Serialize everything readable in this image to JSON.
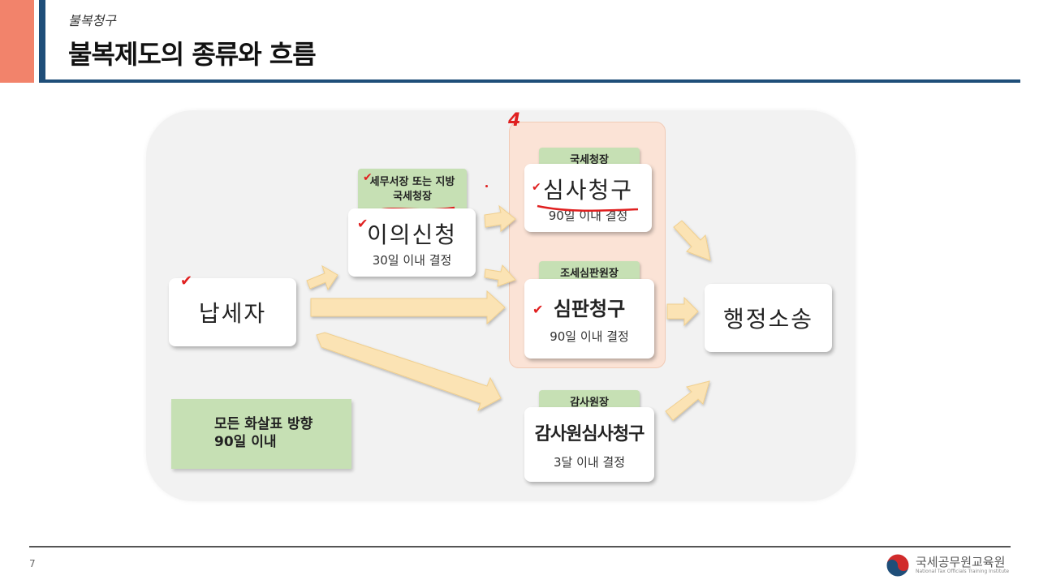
{
  "header": {
    "subtitle": "불복청구",
    "title": "불복제도의 종류와 흐름"
  },
  "annotation_number": "4",
  "boxes": {
    "taxpayer": {
      "label": "납세자"
    },
    "objection": {
      "authority": "세무서장 또는 지방국세청장",
      "label": "이의신청",
      "deadline": "30일 이내 결정"
    },
    "review": {
      "authority": "국세청장",
      "label": "심사청구",
      "deadline": "90일 이내 결정"
    },
    "tribunal": {
      "authority": "조세심판원장",
      "label": "심판청구",
      "deadline": "90일 이내 결정"
    },
    "audit": {
      "authority": "감사원장",
      "label": "감사원심사청구",
      "deadline": "3달 이내 결정"
    },
    "litigation": {
      "label": "행정소송"
    }
  },
  "legend": {
    "line1": "모든 화살표 방향",
    "line2": "90일 이내"
  },
  "footer": {
    "page": "7",
    "org_name": "국세공무원교육원",
    "org_name_en": "National Tax Officials Training Institute"
  },
  "colors": {
    "accent_navy": "#1f4e79",
    "accent_orange": "#f2836b",
    "tag_green": "#c6e0b4",
    "arrow_fill": "#fbe3b4",
    "check_red": "#e02020"
  }
}
